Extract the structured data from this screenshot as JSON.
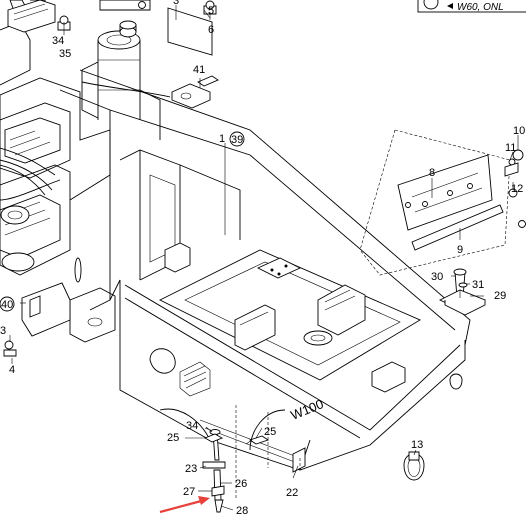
{
  "note": {
    "text": "W60, ONL"
  },
  "callouts": [
    {
      "id": "c3",
      "label": "3"
    },
    {
      "id": "c34a",
      "label": "34"
    },
    {
      "id": "c35",
      "label": "35"
    },
    {
      "id": "c5",
      "label": "5"
    },
    {
      "id": "c6",
      "label": "6"
    },
    {
      "id": "c41",
      "label": "41"
    },
    {
      "id": "c1",
      "label": "1"
    },
    {
      "id": "c39",
      "label": "39"
    },
    {
      "id": "c8",
      "label": "8"
    },
    {
      "id": "c10",
      "label": "10"
    },
    {
      "id": "c11",
      "label": "11"
    },
    {
      "id": "c12",
      "label": "12"
    },
    {
      "id": "c9",
      "label": "9"
    },
    {
      "id": "c30",
      "label": "30"
    },
    {
      "id": "c31",
      "label": "31"
    },
    {
      "id": "c29",
      "label": "29"
    },
    {
      "id": "c40",
      "label": "40"
    },
    {
      "id": "c3b",
      "label": "3"
    },
    {
      "id": "c4",
      "label": "4"
    },
    {
      "id": "c34b",
      "label": "34"
    },
    {
      "id": "c25a",
      "label": "25"
    },
    {
      "id": "c25b",
      "label": "25"
    },
    {
      "id": "c23",
      "label": "23"
    },
    {
      "id": "c26",
      "label": "26"
    },
    {
      "id": "c27",
      "label": "27"
    },
    {
      "id": "c28",
      "label": "28"
    },
    {
      "id": "c22",
      "label": "22"
    },
    {
      "id": "c13",
      "label": "13"
    }
  ],
  "frame_marking": {
    "text": "W100"
  },
  "colors": {
    "line": "#000000",
    "arrow": "#e8413c",
    "background": "#ffffff"
  },
  "icons": {
    "pointer": "red-arrow-icon"
  }
}
